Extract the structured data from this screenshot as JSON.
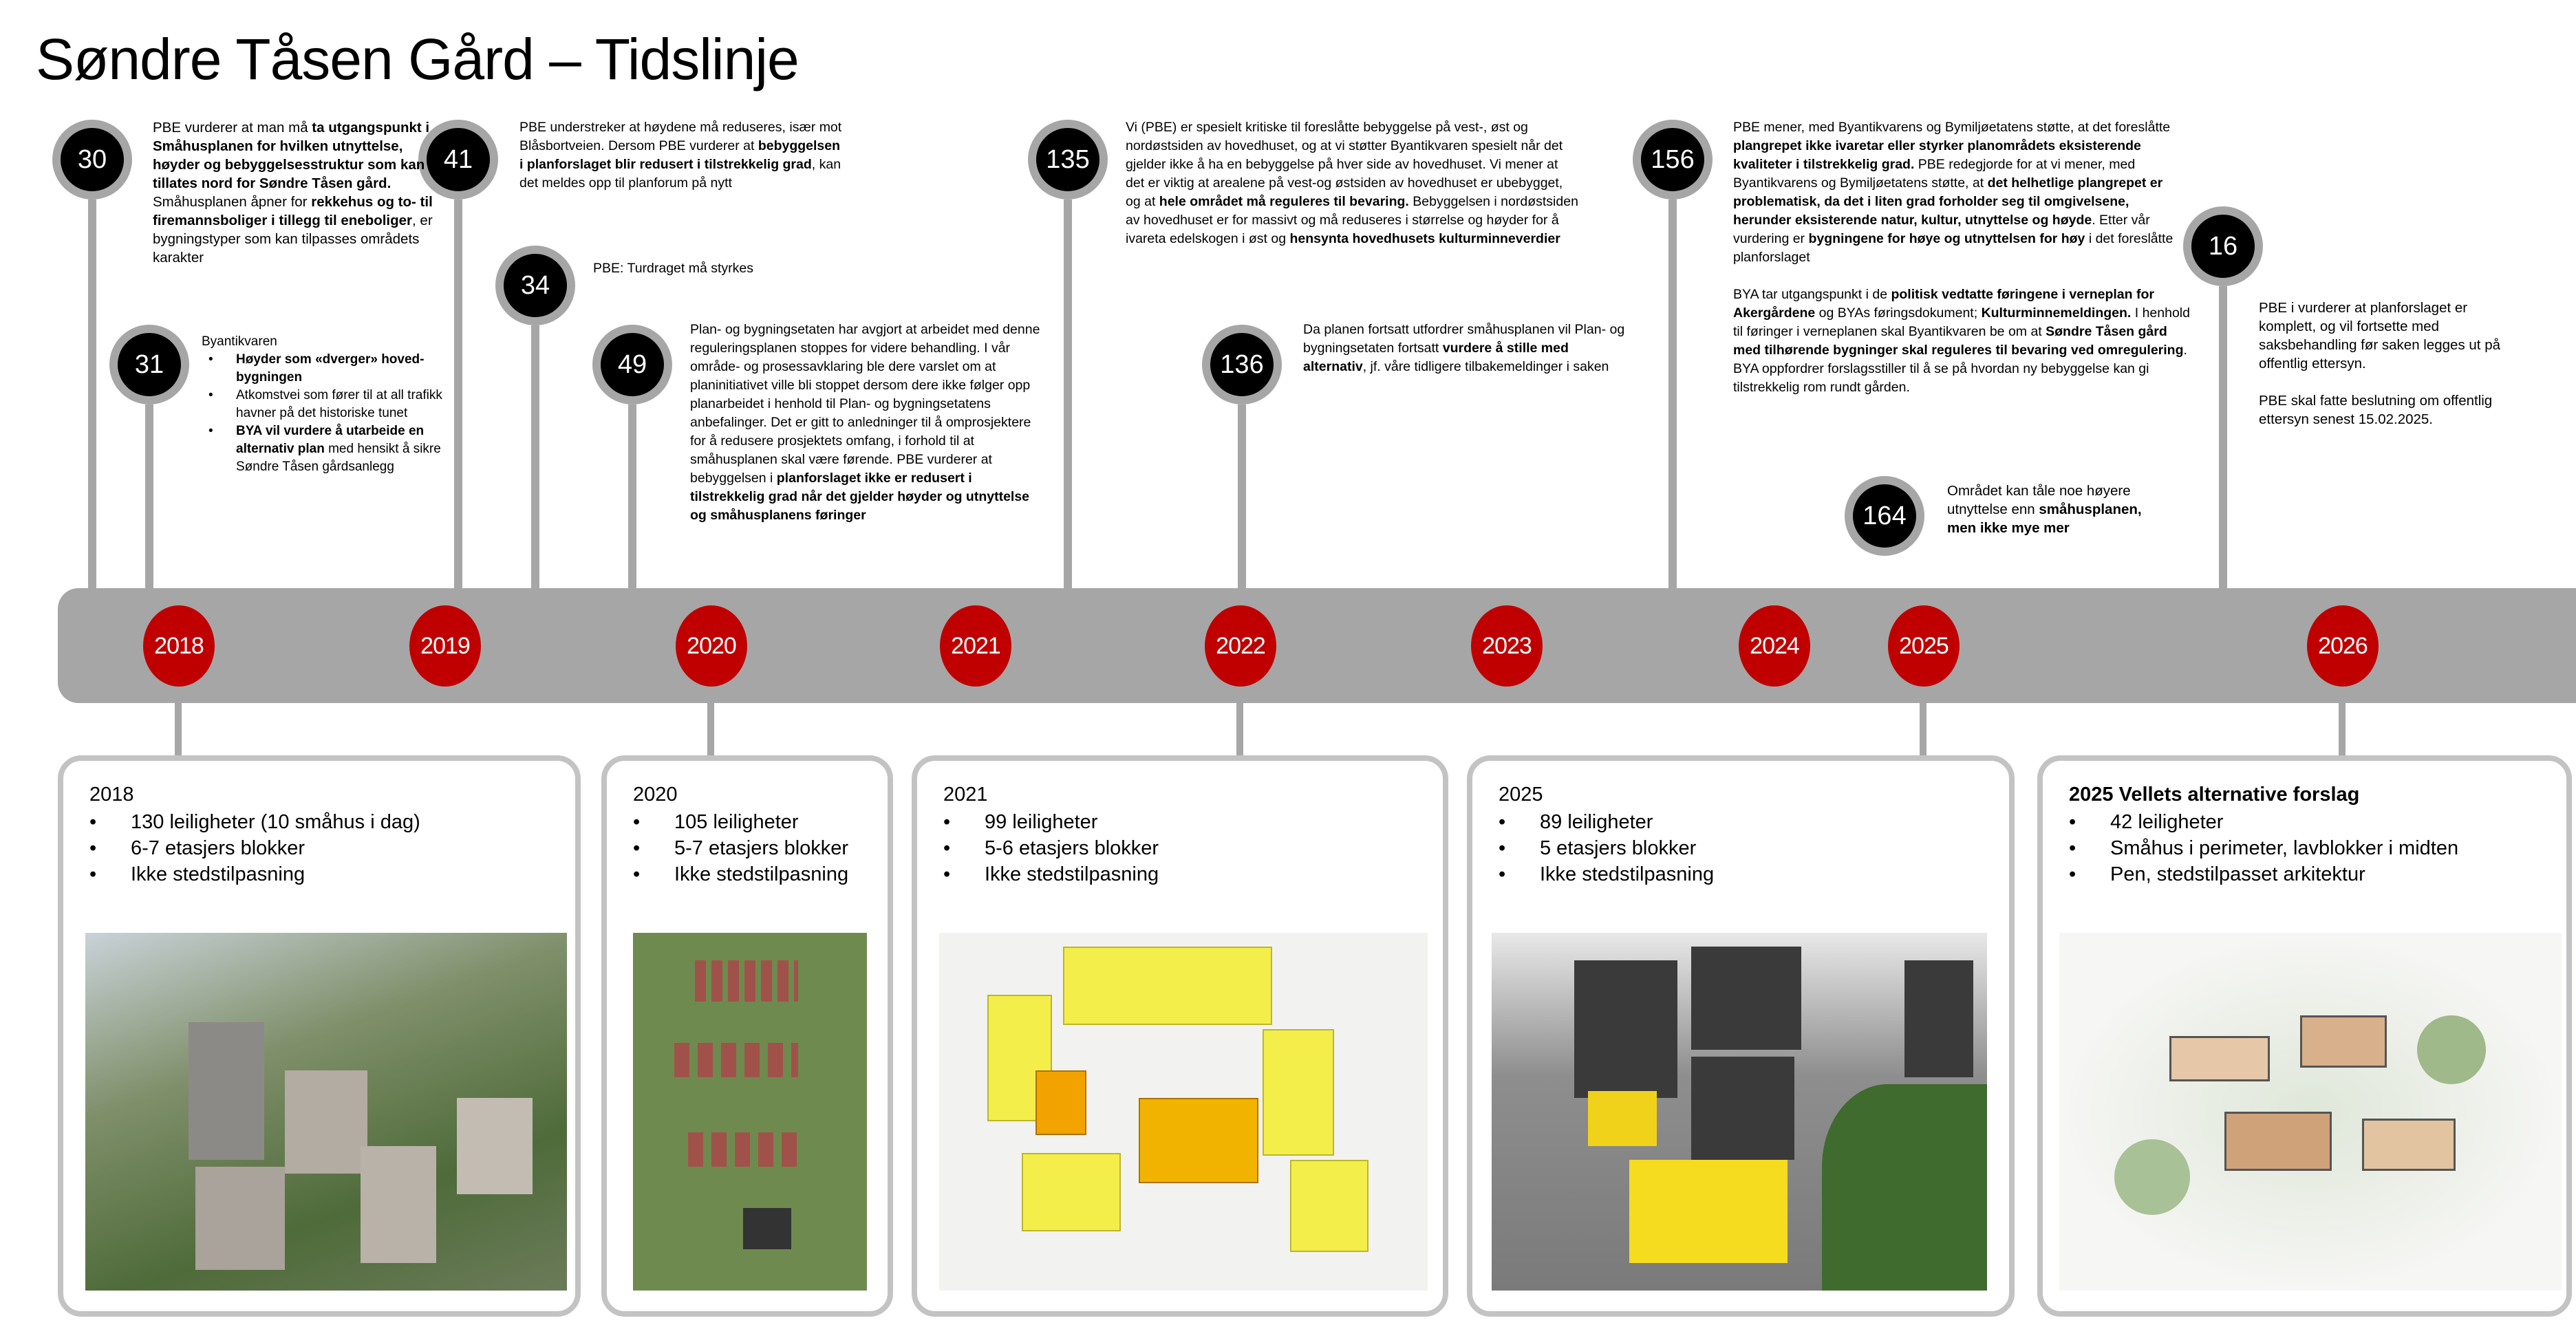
{
  "title": "Søndre Tåsen Gård – Tidslinje",
  "colors": {
    "bar": "#a6a6a6",
    "year_marker": "#c00000",
    "event_marker": "#000000",
    "card_border": "#c3c3c3"
  },
  "years": [
    "2018",
    "2019",
    "2020",
    "2021",
    "2022",
    "2023",
    "2024",
    "2025",
    "2026"
  ],
  "events": [
    {
      "number": "30",
      "blocks": [
        {
          "type": "p",
          "segs": [
            {
              "t": "PBE vurderer at man må "
            },
            {
              "t": "ta utgangspunkt i Småhusplanen for hvilken utnyttelse, høyder og bebyggelsesstruktur som kan tillates nord for Søndre Tåsen gård.",
              "b": true
            },
            {
              "t": " Småhusplanen åpner for "
            },
            {
              "t": "rekkehus og to- til firemannsboliger i tillegg til eneboliger",
              "b": true
            },
            {
              "t": ", er bygningstyper som kan tilpasses områdets karakter"
            }
          ]
        }
      ]
    },
    {
      "number": "31",
      "blocks": [
        {
          "type": "p",
          "segs": [
            {
              "t": "Byantikvaren"
            }
          ]
        },
        {
          "type": "ul",
          "items": [
            [
              {
                "t": "Høyder som «dverger» hoved-bygningen",
                "b": true
              }
            ],
            [
              {
                "t": "Atkomstvei som fører til at all trafikk havner på det historiske tunet"
              }
            ],
            [
              {
                "t": "BYA vil vurdere å utarbeide en alternativ plan",
                "b": true
              },
              {
                "t": " med hensikt å sikre Søndre Tåsen gårdsanlegg"
              }
            ]
          ]
        }
      ]
    },
    {
      "number": "41",
      "blocks": [
        {
          "type": "p",
          "segs": [
            {
              "t": "PBE understreker at høydene må reduseres, især mot Blåsbortveien. Dersom PBE vurderer at "
            },
            {
              "t": "bebyggelsen i planforslaget blir redusert i tilstrekkelig grad",
              "b": true
            },
            {
              "t": ", kan det meldes opp til planforum på nytt"
            }
          ]
        }
      ]
    },
    {
      "number": "34",
      "blocks": [
        {
          "type": "p",
          "segs": [
            {
              "t": "PBE: Turdraget må styrkes"
            }
          ]
        }
      ]
    },
    {
      "number": "49",
      "blocks": [
        {
          "type": "p",
          "segs": [
            {
              "t": "Plan- og bygningsetaten har avgjort at arbeidet med denne reguleringsplanen stoppes for videre behandling. I vår område- og prosessavklaring ble dere varslet om at planinitiativet ville bli stoppet dersom dere ikke følger opp planarbeidet i henhold til Plan- og bygningsetatens anbefalinger. Det er gitt to anledninger til å omprosjektere for å redusere prosjektets omfang, i forhold til at småhusplanen skal være førende. PBE vurderer at bebyggelsen i "
            },
            {
              "t": "planforslaget ikke er redusert i tilstrekkelig grad når det gjelder høyder og utnyttelse og småhusplanens føringer",
              "b": true
            }
          ]
        }
      ]
    },
    {
      "number": "135",
      "blocks": [
        {
          "type": "p",
          "segs": [
            {
              "t": "Vi (PBE) er spesielt kritiske til foreslåtte bebyggelse på vest-, øst og nordøstsiden av hovedhuset, og at vi støtter Byantikvaren spesielt når det gjelder ikke å ha en bebyggelse på hver side av hovedhuset. Vi mener at det er viktig at arealene på vest-og østsiden av hovedhuset er ubebygget, og at "
            },
            {
              "t": "hele området må reguleres til bevaring.",
              "b": true
            },
            {
              "t": " Bebyggelsen i nordøstsiden av hovedhuset er for massivt og må reduseres i størrelse og høyder for å ivareta edelskogen i øst og "
            },
            {
              "t": "hensynta hovedhusets kulturminneverdier",
              "b": true
            }
          ]
        }
      ]
    },
    {
      "number": "136",
      "blocks": [
        {
          "type": "p",
          "segs": [
            {
              "t": "Da planen fortsatt utfordrer småhusplanen vil Plan- og bygningsetaten fortsatt "
            },
            {
              "t": "vurdere å stille med alternativ",
              "b": true
            },
            {
              "t": ", jf. våre tidligere tilbakemeldinger i saken"
            }
          ]
        }
      ]
    },
    {
      "number": "156",
      "blocks": [
        {
          "type": "p",
          "segs": [
            {
              "t": "PBE mener, med Byantikvarens og Bymiljøetatens støtte, at det foreslåtte "
            },
            {
              "t": "plangrepet ikke ivaretar eller styrker planområdets eksisterende kvaliteter i tilstrekkelig grad.",
              "b": true
            },
            {
              "t": " PBE redegjorde for at vi mener, med Byantikvarens og Bymiljøetatens støtte, at "
            },
            {
              "t": "det helhetlige plangrepet er problematisk, da det i liten grad forholder seg til omgivelsene, herunder eksisterende natur, kultur, utnyttelse og høyde",
              "b": true
            },
            {
              "t": ". Etter vår vurdering er "
            },
            {
              "t": "bygningene for høye og utnyttelsen for høy",
              "b": true
            },
            {
              "t": " i det foreslåtte planforslaget"
            }
          ]
        },
        {
          "type": "p",
          "segs": [
            {
              "t": "BYA tar utgangspunkt i de "
            },
            {
              "t": "politisk vedtatte føringene i verneplan for Akergårdene",
              "b": true
            },
            {
              "t": " og BYAs føringsdokument; "
            },
            {
              "t": "Kulturminnemeldingen.",
              "b": true
            },
            {
              "t": " I henhold til føringer i verneplanen skal Byantikvaren be om at "
            },
            {
              "t": "Søndre Tåsen gård med tilhørende bygninger skal reguleres til bevaring ved omregulering",
              "b": true
            },
            {
              "t": ". BYA oppfordrer forslagsstiller til å se på hvordan ny bebyggelse kan gi tilstrekkelig rom rundt gården."
            }
          ]
        }
      ]
    },
    {
      "number": "164",
      "blocks": [
        {
          "type": "p",
          "segs": [
            {
              "t": "Området kan tåle noe høyere utnyttelse enn "
            },
            {
              "t": "småhusplanen, men ikke mye mer",
              "b": true
            }
          ]
        }
      ]
    },
    {
      "number": "16",
      "blocks": [
        {
          "type": "p",
          "segs": [
            {
              "t": "PBE i vurderer at planforslaget er komplett, og vil fortsette med saksbehandling før saken legges ut på offentlig ettersyn."
            }
          ]
        },
        {
          "type": "p",
          "segs": [
            {
              "t": "PBE  skal fatte beslutning om offentlig ettersyn senest 15.02.2025."
            }
          ]
        }
      ]
    }
  ],
  "cards": [
    {
      "title": "2018",
      "bold": false,
      "bullets": [
        "130 leiligheter (10 småhus i dag)",
        "6-7 etasjers blokker",
        "Ikke stedstilpasning"
      ]
    },
    {
      "title": "2020",
      "bold": false,
      "bullets": [
        "105 leiligheter",
        "5-7 etasjers blokker",
        "Ikke stedstilpasning"
      ]
    },
    {
      "title": "2021",
      "bold": false,
      "bullets": [
        "99 leiligheter",
        "5-6 etasjers blokker",
        "Ikke stedstilpasning"
      ]
    },
    {
      "title": "2025",
      "bold": false,
      "bullets": [
        "89 leiligheter",
        "5 etasjers blokker",
        "Ikke stedstilpasning"
      ]
    },
    {
      "title": "2025 Vellets alternative forslag",
      "bold": true,
      "bullets": [
        "42 leiligheter",
        "Småhus i perimeter, lavblokker i midten",
        "Pen, stedstilpasset arkitektur"
      ]
    }
  ]
}
